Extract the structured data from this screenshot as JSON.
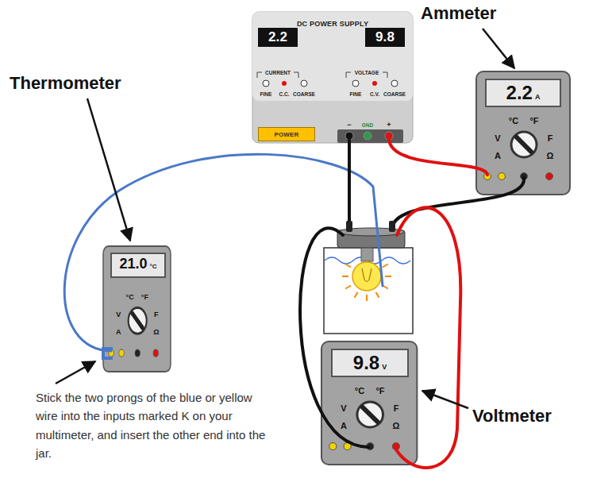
{
  "diagram": {
    "nodes": [
      {
        "text": [
          "DC POWER SUPPLY"
        ]
      },
      {
        "text": [
          "2.2"
        ],
        "in": 0
      },
      {
        "text": [
          "9.8"
        ],
        "in": 0
      },
      {
        "text": [
          "POWER"
        ],
        "in": 0
      },
      {
        "text": [
          "2.2",
          "A"
        ]
      },
      {
        "text": [
          "21.0",
          "°C"
        ]
      },
      {
        "text": [
          "9.8",
          "V"
        ]
      }
    ],
    "labels": [
      "Ammeter",
      "Thermometer",
      "Voltmeter",
      "Stick the two prongs of the blue or yellow wire into the inputs marked K on your multimeter, and insert the other end into the jar.",
      "CURRENT",
      "VOLTAGE",
      "FINE",
      "C.C.",
      "COARSE",
      "FINE",
      "C.V.",
      "COARSE",
      "−",
      "GND",
      "+",
      "V",
      "°C",
      "°F",
      "A",
      "F",
      "Ω",
      "V",
      "°C",
      "°F",
      "A",
      "F",
      "Ω",
      "V",
      "°C",
      "°F",
      "A",
      "F",
      "Ω"
    ]
  }
}
